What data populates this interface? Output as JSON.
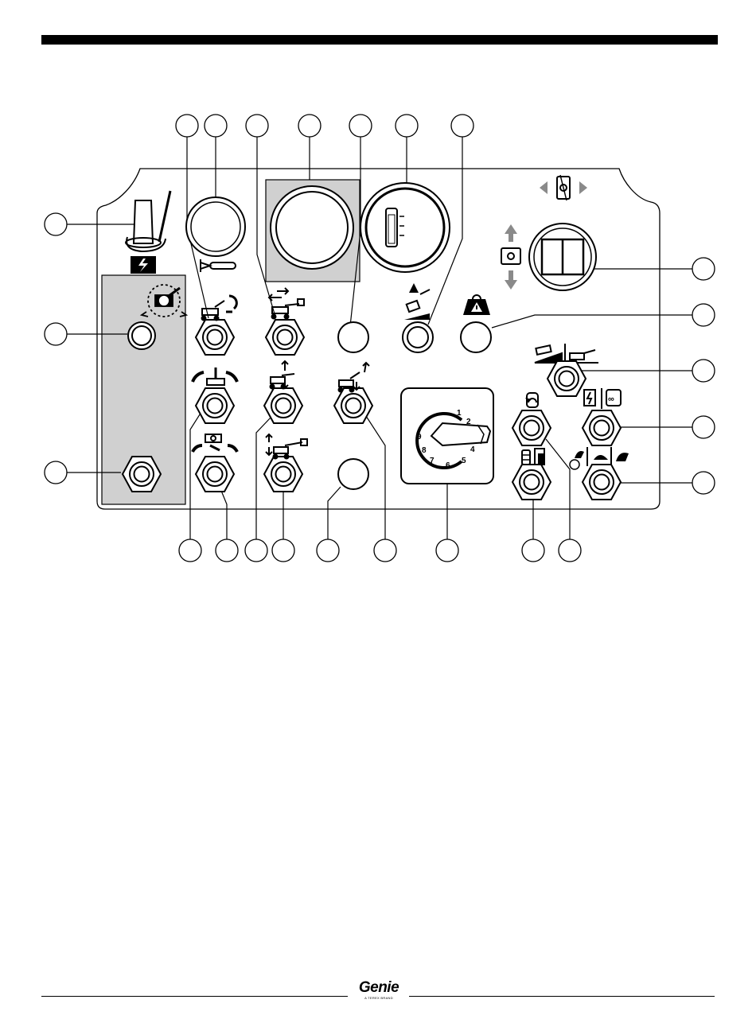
{
  "dial": {
    "numbers": [
      "1",
      "2",
      "4",
      "5",
      "6",
      "7",
      "8",
      "9"
    ]
  },
  "footer": {
    "brand": "Genie",
    "brand_sub": "A TEREX BRAND"
  },
  "colors": {
    "panel_shade": "#d0d0d0",
    "ink": "#000000",
    "arrow_grey": "#8a8a8a"
  },
  "icons": [
    "horn-icon",
    "battery-icon",
    "platform-joystick-icon",
    "turntable-rotate-icon",
    "boom-extend-icon",
    "boom-rotate-icon",
    "jib-rotate-icon",
    "platform-level-icon",
    "platform-rotate-icon",
    "boom-up-down-icon",
    "tilt-alarm-icon",
    "overload-alarm-icon",
    "drive-direction-icon",
    "steer-direction-icon",
    "drive-enable-icon",
    "glow-plug-icon",
    "engine-start-icon",
    "fuel-select-icon",
    "speed-select-icon"
  ]
}
